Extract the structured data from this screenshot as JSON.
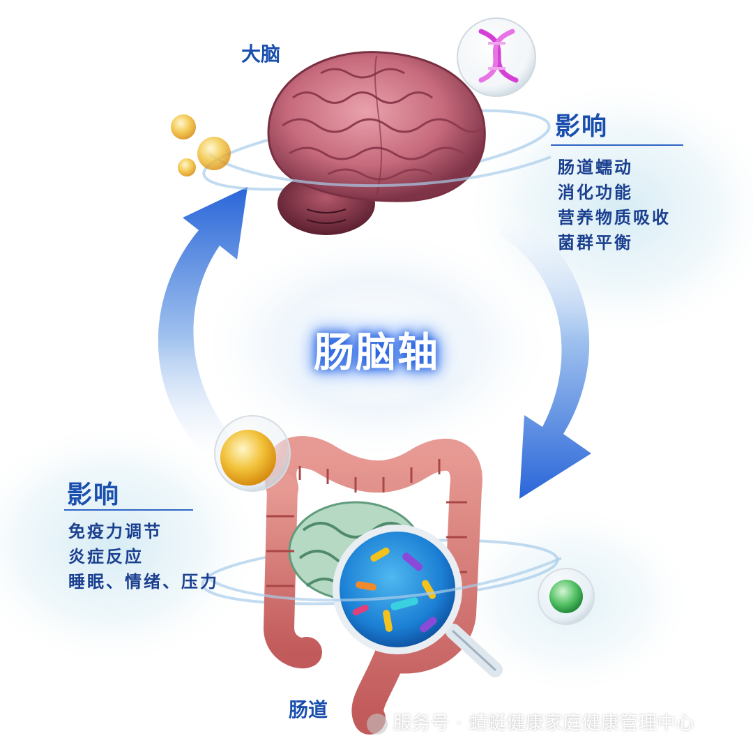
{
  "labels": {
    "brain": "大脑",
    "gut": "肠道",
    "center": "肠脑轴"
  },
  "brain_effects": {
    "heading": "影响",
    "items": [
      "肠道蠕动",
      "消化功能",
      "营养物质吸收",
      "菌群平衡"
    ]
  },
  "gut_effects": {
    "heading": "影响",
    "items": [
      "免疫力调节",
      "炎症反应",
      "睡眠、情绪、压力"
    ]
  },
  "watermark": "服务号 · 蜻蜓健康家庭健康管理中心",
  "icons": {
    "brain": "brain-illustration",
    "gut": "intestine-illustration",
    "magnifier": "magnifying-glass-icon",
    "dna": "dna-bubble-icon",
    "gold_bubbles": "golden-bubble-icon",
    "green_cell": "green-cell-icon",
    "arrow_up": "curved-arrow-up",
    "arrow_down": "curved-arrow-down"
  },
  "colors": {
    "accent": "#1a4fae",
    "arrow": "#2f6fe0",
    "glow": "#cfe6f2"
  }
}
